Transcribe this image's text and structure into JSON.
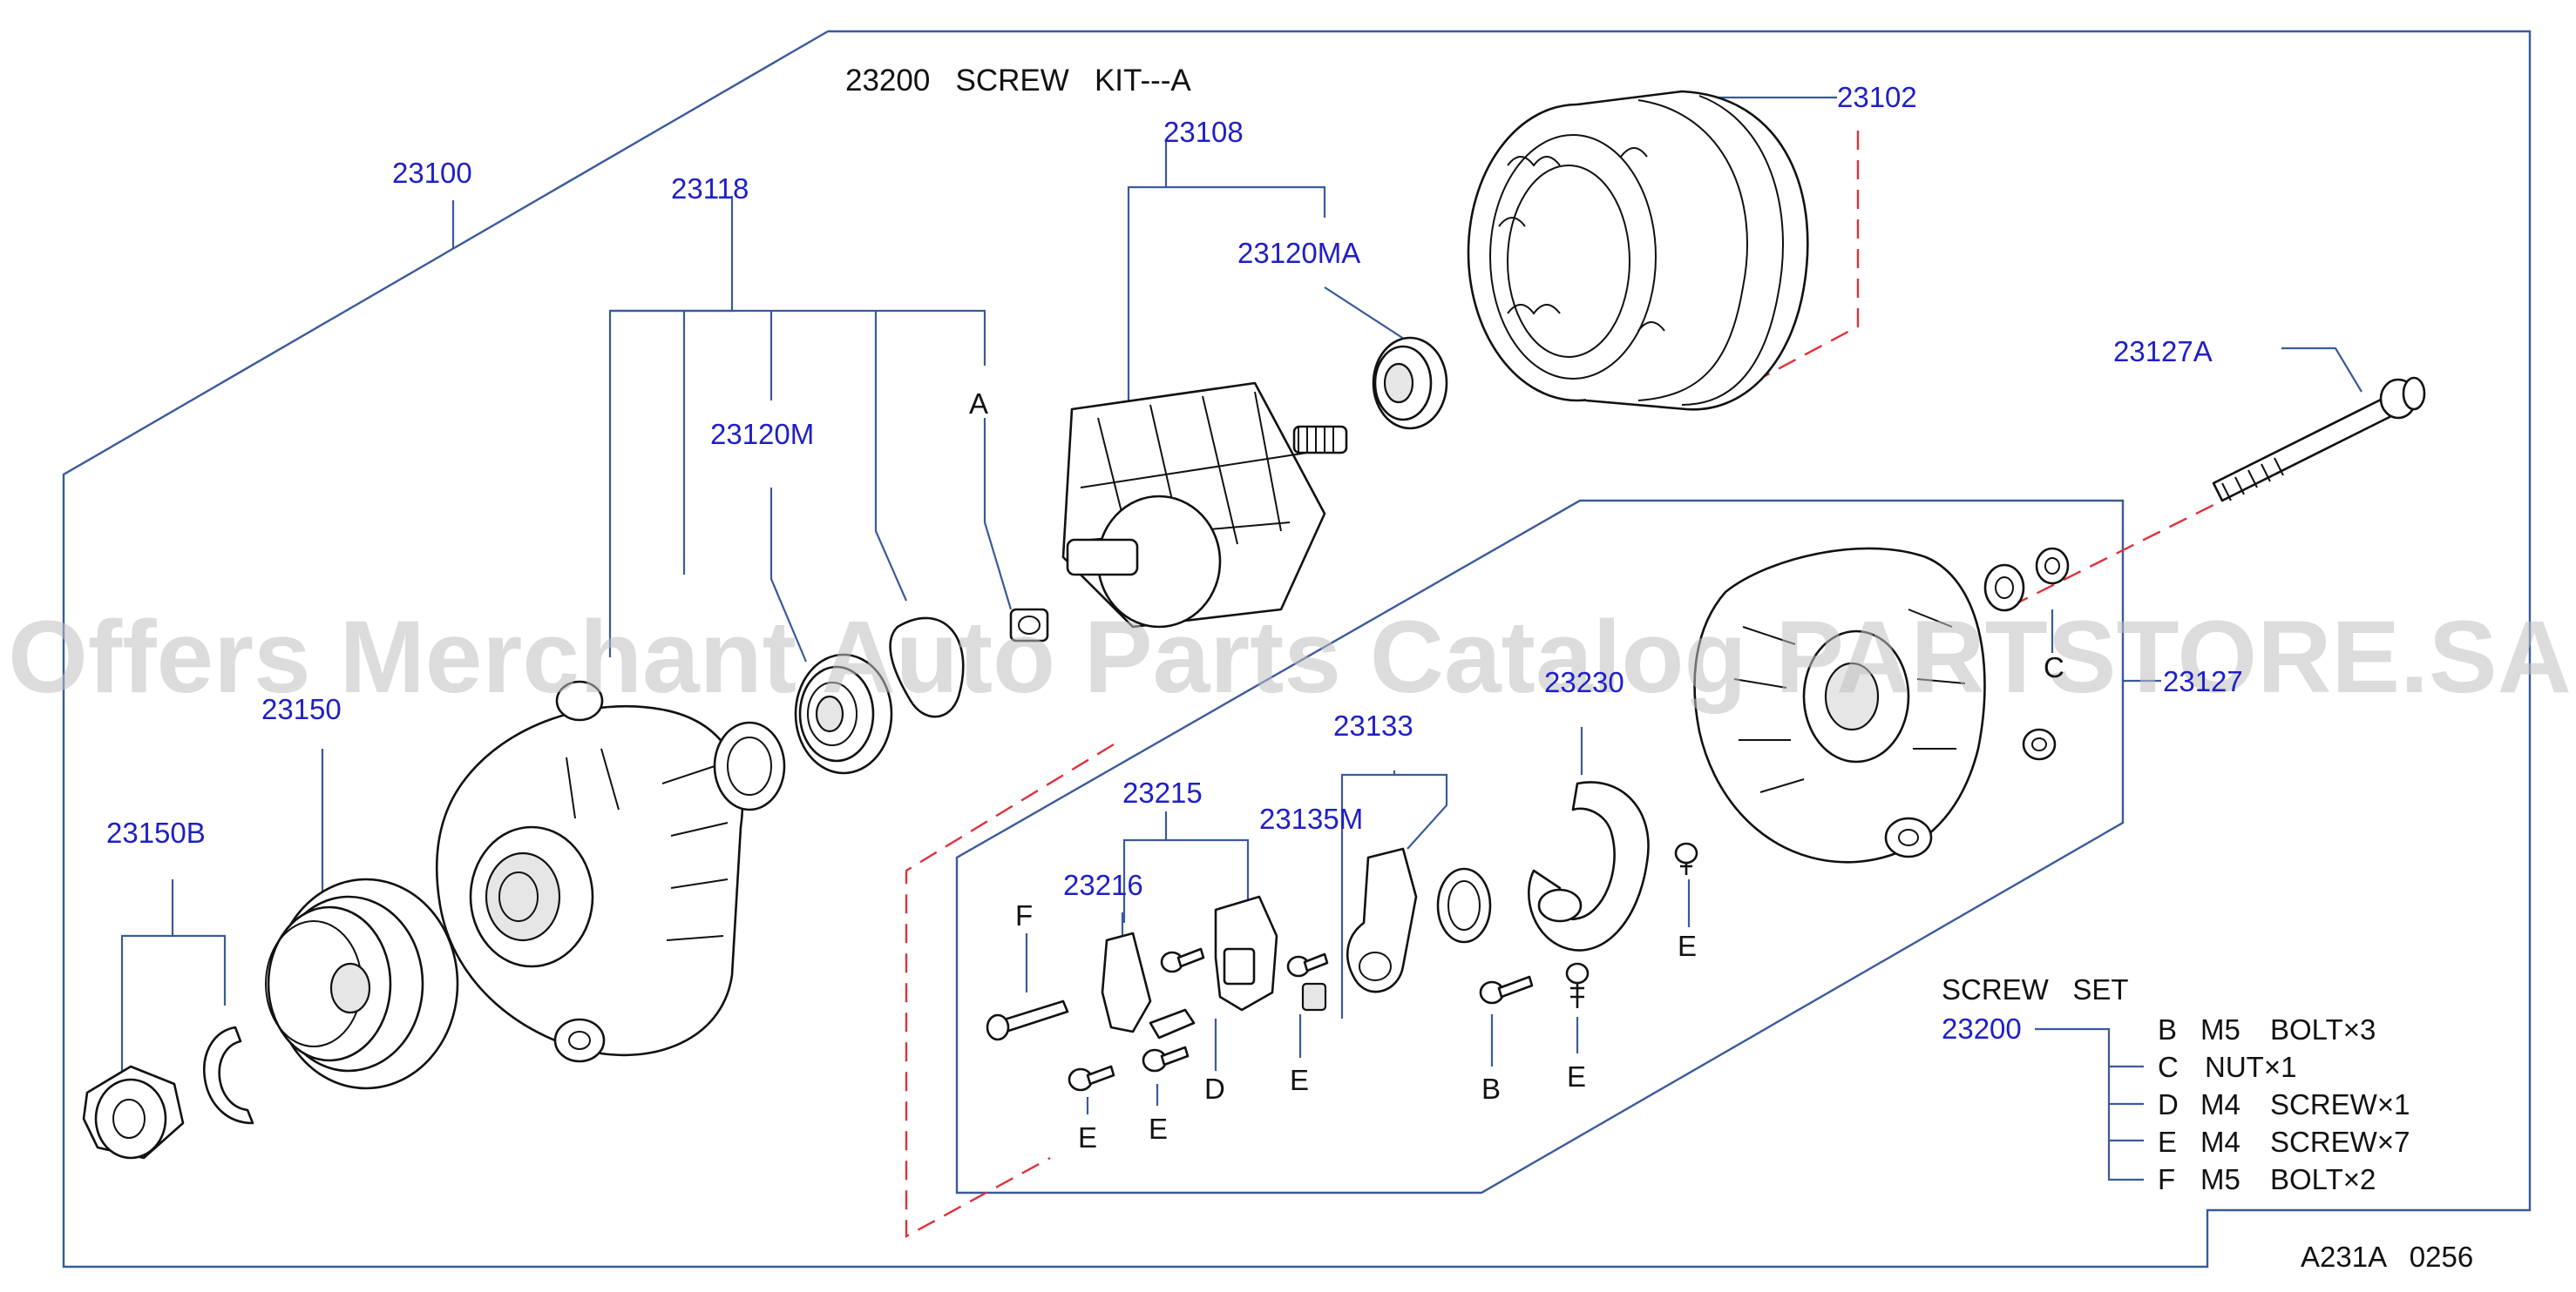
{
  "kit_title": "23200   SCREW   KIT---A",
  "callouts": {
    "c23100": "23100",
    "c23118": "23118",
    "c23108": "23108",
    "c23120MA": "23120MA",
    "c23102": "23102",
    "c23127A": "23127A",
    "c23120M": "23120M",
    "cA": "A",
    "c23150": "23150",
    "c23150B": "23150B",
    "cC": "C",
    "c23127": "23127",
    "c23133": "23133",
    "c23230": "23230",
    "c23215": "23215",
    "c23135M": "23135M",
    "c23216": "23216",
    "cF": "F",
    "cE1": "E",
    "cE2": "E",
    "cE3": "E",
    "cE4": "E",
    "cE5": "E",
    "cD": "D",
    "cB": "B"
  },
  "screw_set": {
    "title": "SCREW   SET",
    "number": "23200",
    "items": [
      {
        "letter": "B",
        "size": "M5",
        "desc": "BOLT×3"
      },
      {
        "letter": "C",
        "size": "",
        "desc": "NUT×1"
      },
      {
        "letter": "D",
        "size": "M4",
        "desc": "SCREW×1"
      },
      {
        "letter": "E",
        "size": "M4",
        "desc": "SCREW×7"
      },
      {
        "letter": "F",
        "size": "M5",
        "desc": "BOLT×2"
      }
    ]
  },
  "diagram_code": "A231A   0256",
  "watermark": "Offers Merchant Auto Parts Catalog PARTSTORE.SA",
  "colors": {
    "callout_blue": "#1f1fc6",
    "frame_line": "#3a5a9c",
    "dashed_red": "#e0303a"
  }
}
